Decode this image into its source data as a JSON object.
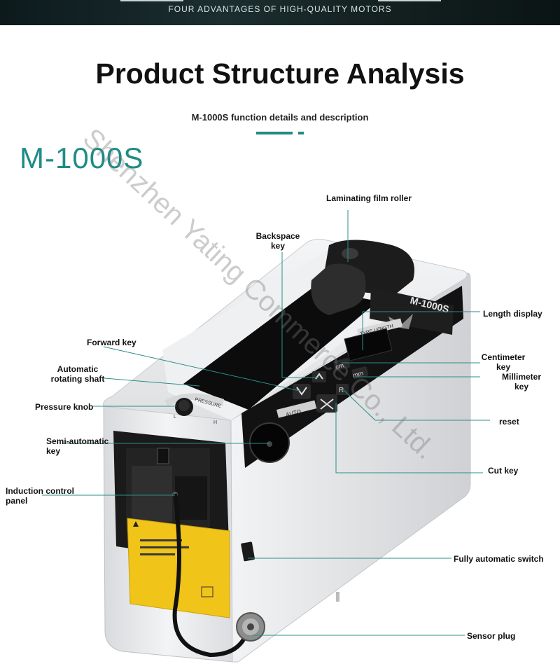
{
  "banner": {
    "text": "FOUR ADVANTAGES OF HIGH-QUALITY MOTORS"
  },
  "title": "Product Structure Analysis",
  "subtitle": "M-1000S function details and description",
  "model": "M-1000S",
  "watermark": "Shenzhen Yating Commerce Co., Ltd.",
  "device": {
    "brand_plate": "M-1000S",
    "tape_length_label": "TYPE LENGTH",
    "key_cm": "cm",
    "key_mm": "mm",
    "key_r": "R",
    "auto_label": "AUTO",
    "pressure_label": "PRESSURE",
    "pressure_marks": {
      "low": "L",
      "high": "H"
    }
  },
  "callouts": {
    "laminating_film_roller": "Laminating film roller",
    "backspace_key": "Backspace\nkey",
    "length_display": "Length display",
    "forward_key": "Forward key",
    "automatic_rotating_shaft": "Automatic\nrotating shaft",
    "centimeter_key": "Centimeter\nkey",
    "millimeter_key": "Millimeter\nkey",
    "pressure_knob": "Pressure knob",
    "reset": "reset",
    "semi_automatic_key": "Semi-automatic\nkey",
    "cut_key": "Cut key",
    "induction_control_panel": "Induction control\npanel",
    "fully_automatic_switch": "Fully automatic switch",
    "sensor_plug": "Sensor plug"
  },
  "colors": {
    "accent": "#1f8a86",
    "leader_line": "#2b8f8a",
    "banner_bg": "#13201f",
    "device_body": "#e9eaec",
    "device_panel": "#111111"
  }
}
